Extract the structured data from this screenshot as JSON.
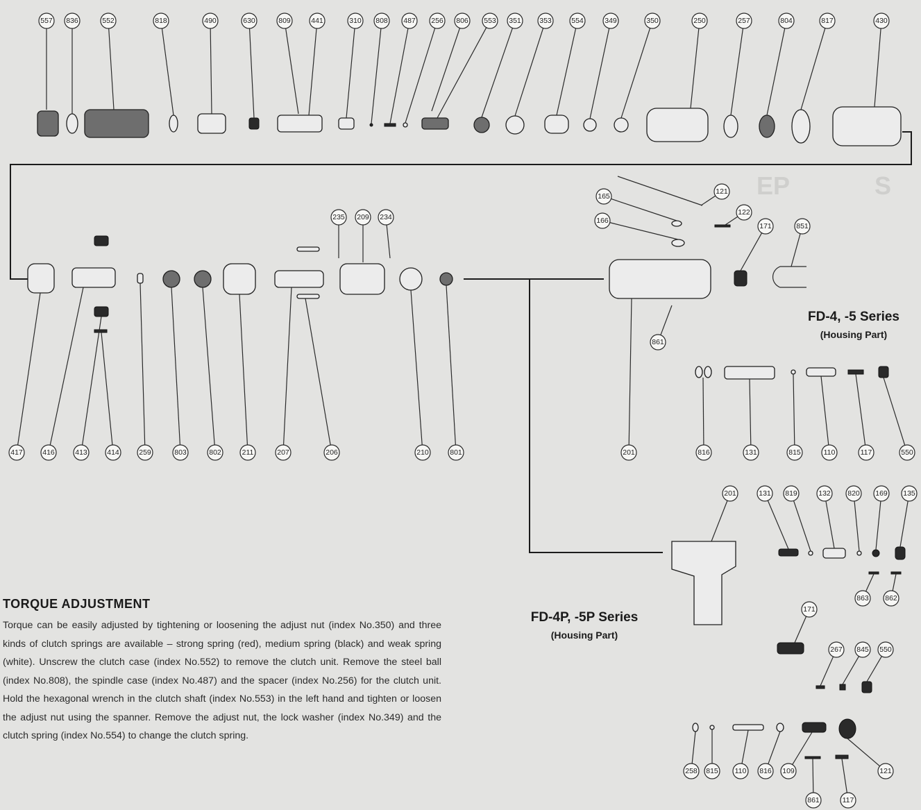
{
  "series": {
    "fd45": {
      "title": "FD-4, -5 Series",
      "subtitle": "(Housing Part)"
    },
    "fd45p": {
      "title": "FD-4P, -5P Series",
      "subtitle": "(Housing Part)"
    }
  },
  "torque": {
    "heading": "TORQUE ADJUSTMENT",
    "body": "Torque can be easily adjusted by tightening or loosening the adjust nut (index No.350) and three kinds of clutch springs are available – strong spring (red), medium spring (black) and weak spring (white). Unscrew the clutch case (index No.552) to remove the clutch unit. Remove the steel ball (index No.808), the spindle case (index No.487) and the spacer (index No.256) for the clutch unit. Hold the hexagonal wrench in the clutch shaft (index No.553) in the left hand and tighten or loosen the adjust nut using the spanner. Remove the adjust nut, the lock washer (index No.349) and the clutch spring (index No.554) to change the clutch spring."
  },
  "labels": {
    "row1": [
      "557",
      "836",
      "552",
      "818",
      "490",
      "630",
      "809",
      "441",
      "310",
      "808",
      "487",
      "256",
      "806",
      "553",
      "351",
      "353",
      "554",
      "349",
      "350",
      "250",
      "257",
      "804",
      "817",
      "430"
    ],
    "row2_top": [
      "235",
      "209",
      "234"
    ],
    "row2_bottom": [
      "417",
      "416",
      "413",
      "414",
      "259",
      "803",
      "802",
      "211",
      "207",
      "206",
      "210",
      "801"
    ],
    "housing45_top": [
      "165",
      "121",
      "166",
      "122",
      "171",
      "851",
      "861"
    ],
    "housing45_bottom": [
      "201",
      "816",
      "131",
      "815",
      "110",
      "117",
      "550"
    ],
    "housing45p_top": [
      "201",
      "131",
      "819",
      "132",
      "820",
      "169",
      "135"
    ],
    "housing45p_mid": [
      "863",
      "862",
      "171",
      "267",
      "845",
      "550"
    ],
    "housing45p_bottom": [
      "258",
      "815",
      "110",
      "816",
      "109",
      "121",
      "861",
      "117"
    ]
  }
}
